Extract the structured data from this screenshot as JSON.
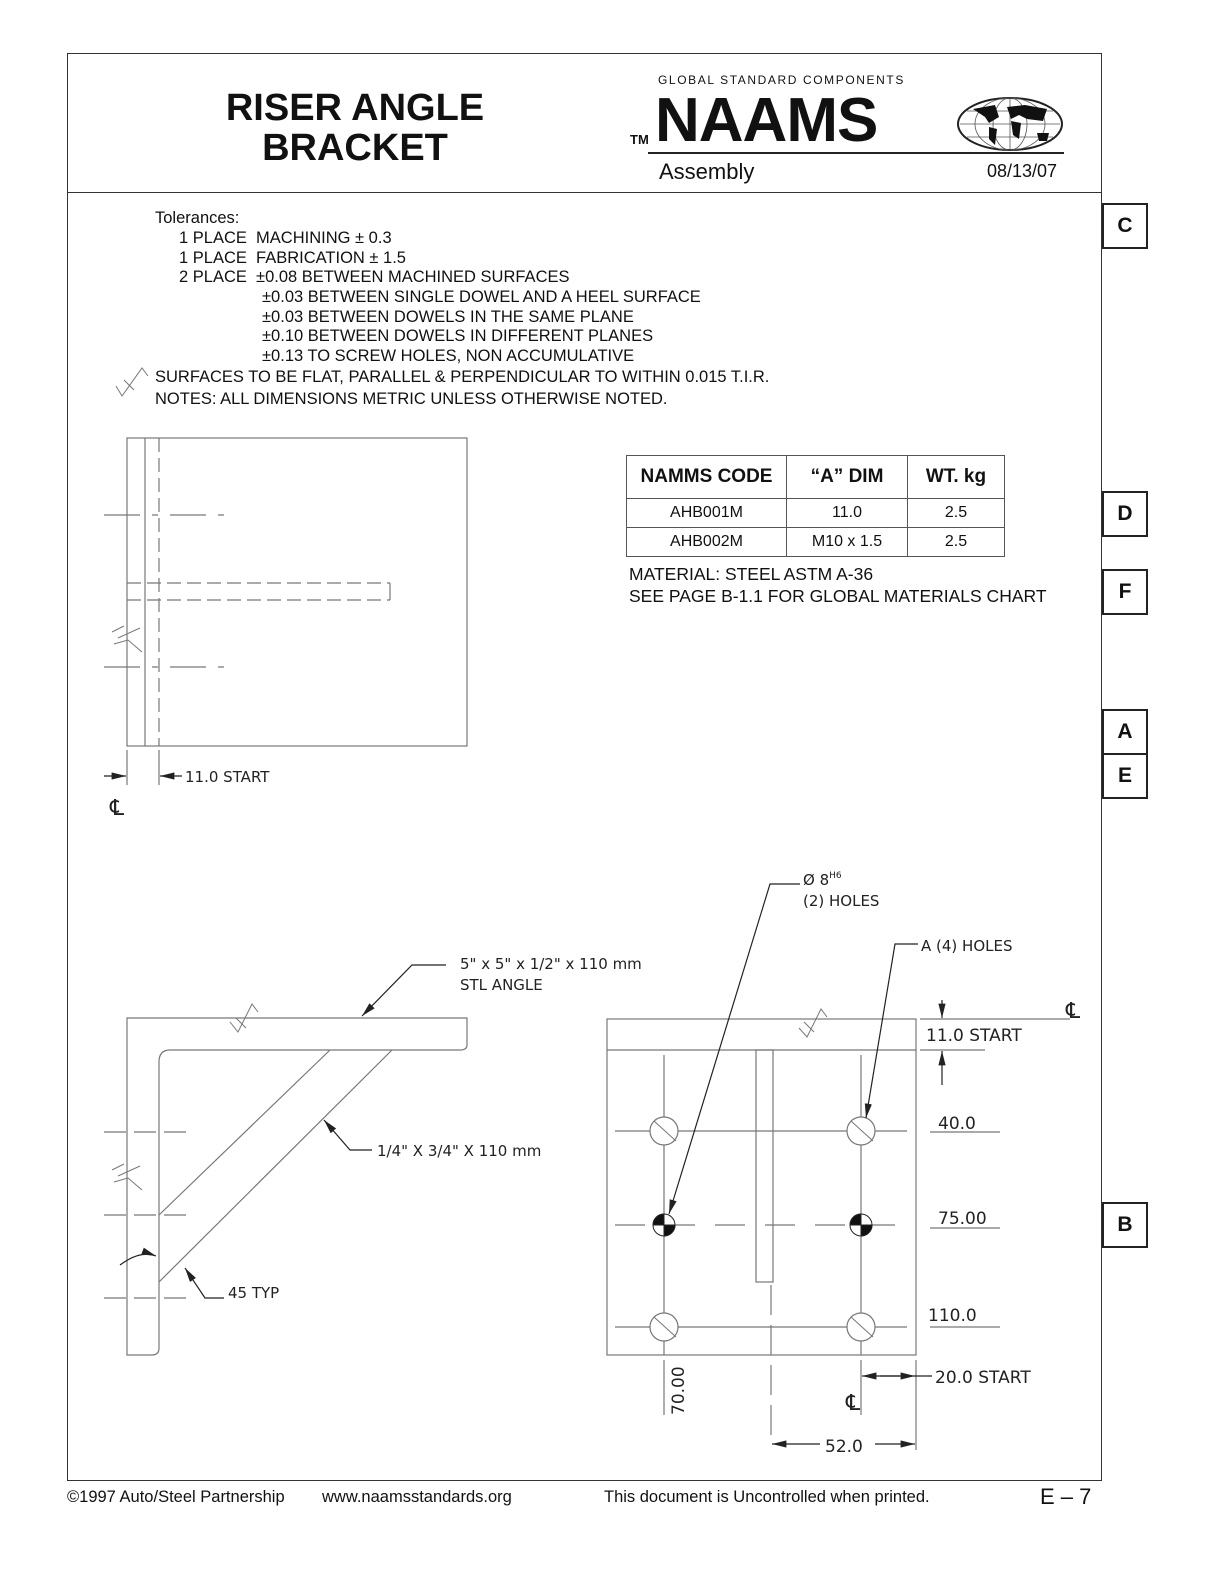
{
  "header": {
    "title_line1": "RISER ANGLE",
    "title_line2": "BRACKET",
    "brand_tagline": "GLOBAL STANDARD COMPONENTS",
    "brand_tm": "TM",
    "brand_name": "NAAMS",
    "section": "Assembly",
    "date": "08/13/07"
  },
  "side_tabs": [
    "C",
    "D",
    "F",
    "A",
    "E",
    "B"
  ],
  "tolerances": {
    "heading": "Tolerances:",
    "lines": [
      "1 PLACE  MACHINING ± 0.3",
      "1 PLACE  FABRICATION ± 1.5",
      "2 PLACE  ±0.08 BETWEEN MACHINED SURFACES",
      "±0.03 BETWEEN SINGLE DOWEL AND A HEEL SURFACE",
      "±0.03 BETWEEN DOWELS IN THE SAME PLANE",
      "±0.10 BETWEEN DOWELS IN DIFFERENT PLANES",
      "±0.13 TO SCREW HOLES, NON ACCUMULATIVE"
    ],
    "surfaces": "SURFACES TO BE FLAT, PARALLEL & PERPENDICULAR TO WITHIN 0.015 T.I.R.",
    "notes": "NOTES: ALL DIMENSIONS METRIC UNLESS OTHERWISE NOTED."
  },
  "table": {
    "headers": [
      "NAMMS CODE",
      "“A” DIM",
      "WT. kg"
    ],
    "rows": [
      [
        "AHB001M",
        "11.0",
        "2.5"
      ],
      [
        "AHB002M",
        "M10 x 1.5",
        "2.5"
      ]
    ]
  },
  "material": {
    "line1": "MATERIAL: STEEL ASTM A-36",
    "line2": "SEE PAGE B-1.1 FOR GLOBAL MATERIALS CHART"
  },
  "drawing": {
    "top_view_start": "11.0 START",
    "centerline_symbol": "℄",
    "angle_label1": "5\" x  5\" x 1/2\" x 110 mm",
    "angle_label2": "STL ANGLE",
    "gusset_label": "1/4\" X 3/4\" X 110 mm",
    "angle_typ": "45  TYP",
    "dowel_label1": "Ø 8",
    "dowel_sup": "H6",
    "dowel_label2": "(2) HOLES",
    "holes_label": "A (4) HOLES",
    "dim_start_top": "11.0 START",
    "dim_40": "40.0",
    "dim_75": "75.00",
    "dim_110": "110.0",
    "dim_20_start": "20.0 START",
    "dim_70": "70.00",
    "dim_52": "52.0"
  },
  "footer": {
    "copyright": "©1997 Auto/Steel Partnership",
    "website": "www.naamsstandards.org",
    "uncontrolled": "This document is Uncontrolled when printed.",
    "page": "E – 7"
  }
}
